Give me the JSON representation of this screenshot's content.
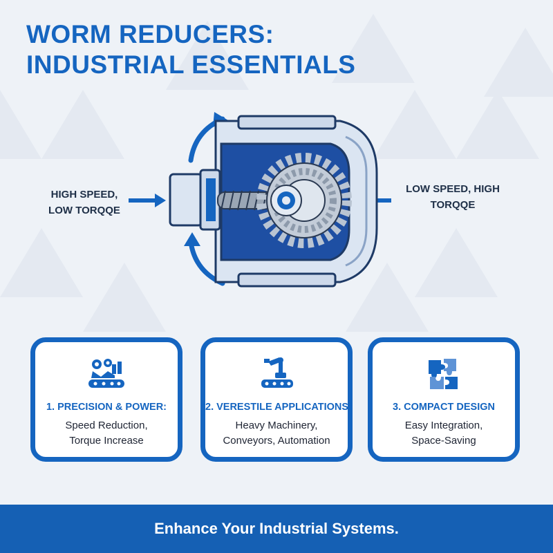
{
  "title": {
    "line1": "WORM REDUCERS:",
    "line2": "INDUSTRIAL ESSENTIALS"
  },
  "diagram": {
    "input_label_line1": "HIGH SPEED,",
    "input_label_line2": "LOW TORQQE",
    "output_label_line1": "LOW SPEED, HIGH",
    "output_label_line2": "TORQQE"
  },
  "cards": [
    {
      "icon": "gears-conveyor-icon",
      "heading": "1. PRECISION & POWER:",
      "line1": "Speed Reduction,",
      "line2": "Torque Increase"
    },
    {
      "icon": "robot-arm-icon",
      "heading": "2. VERESTILE APPLICATIONS:",
      "line1": "Heavy Machinery,",
      "line2": "Conveyors, Automation"
    },
    {
      "icon": "puzzle-icon",
      "heading": "3. COMPACT DESIGN",
      "line1": "Easy Integration,",
      "line2": "Space-Saving"
    }
  ],
  "footer": {
    "text": "Enhance Your Industrial Systems."
  },
  "colors": {
    "accent": "#1565c0",
    "footer_bg": "#1560b4",
    "background": "#eef2f7"
  }
}
